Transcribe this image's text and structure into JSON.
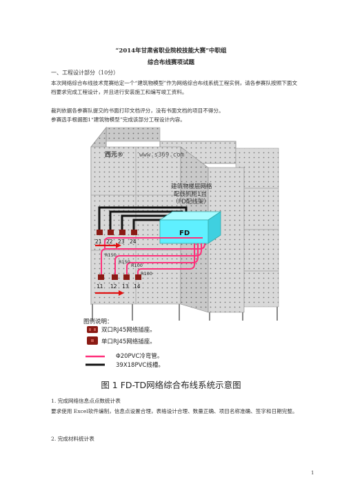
{
  "doc": {
    "title": "“2014年甘肃省职业院校技能大赛”中职组",
    "subtitle": "综合布线赛项试题",
    "section1": "一、工程设计部分（10分）",
    "para1": "本次网络综合布线技术竞赛给定一个“建筑物模型”作为网络综合布线系统工程实例，请各参赛队按照下面文档要求完成工程设计，并且进行安装施工和编写竣工资料。",
    "para2": "裁判依据各参赛队提交的书面打印文档评分，没有书面文档的项目不得分。",
    "para3": "参赛选手根据图1“建筑物模型”完成该部分工程设计内容。",
    "item1": "1.   完成网络信息点点数统计表",
    "item1_desc": "要求使用  Excel软件编制，信息点设置合理，表格设计合理、数量正确、项目名称准确、签字和日期完整。",
    "item2": "2.   完成材料统计表",
    "page_number": "1"
  },
  "figure": {
    "caption": "图 1 FD-TD网络综合布线系统示意图",
    "watermark_text": "西元®",
    "watermark_url": "www.s369.com",
    "cabinet_label_lines": [
      "建筑物楼层网络",
      "配线机柜1台",
      "（FD配线架）"
    ],
    "fd_label": "FD",
    "top_ports": [
      "21",
      "22",
      "23",
      "24"
    ],
    "bottom_ports": [
      "11",
      "12",
      "13",
      "14"
    ],
    "bend_labels": [
      "R150",
      "R150",
      "R100",
      "R100"
    ],
    "legend_title": "图例说明：",
    "legend": [
      {
        "label": "双口RJ45网络插座。",
        "icon": "dual-port-socket-icon"
      },
      {
        "label": "单口RJ45网络插座。",
        "icon": "single-port-socket-icon"
      },
      {
        "label": "Φ20PVC冷弯管。",
        "icon": "pvc-pipe-icon"
      },
      {
        "label": "39X18PVC线槽。",
        "icon": "pvc-trunking-icon"
      }
    ],
    "colors": {
      "conduit": "#ff2f7a",
      "cable": "#111111",
      "fd_box": "#5ff0ff",
      "socket": "#8a1a14",
      "arrow": "#e01010",
      "panel": "#d8d8d8"
    }
  }
}
